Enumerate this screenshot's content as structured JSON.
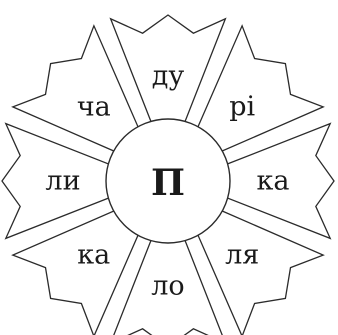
{
  "flower": {
    "center_text": "П",
    "petals": [
      {
        "text": "ду"
      },
      {
        "text": "рі"
      },
      {
        "text": "ка"
      },
      {
        "text": "ля"
      },
      {
        "text": "ло"
      },
      {
        "text": "ка"
      },
      {
        "text": "ли"
      },
      {
        "text": "ча"
      }
    ]
  }
}
